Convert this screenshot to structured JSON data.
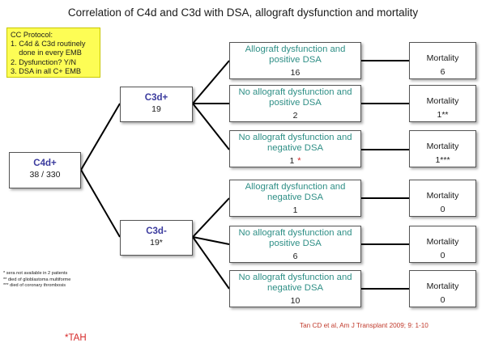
{
  "title": "Correlation of C4d and C3d with DSA, allograft dysfunction and mortality",
  "protocol_note": {
    "lines": [
      "CC Protocol:",
      "1. C4d & C3d  routinely",
      "    done in every EMB",
      "2. Dysfunction? Y/N",
      "3. DSA in all C+ EMB"
    ]
  },
  "root": {
    "label": "C4d+",
    "count": "38 / 330"
  },
  "branches": [
    {
      "label": "C3d+",
      "count": "19"
    },
    {
      "label": "C3d-",
      "count": "19*"
    }
  ],
  "outcomes": [
    {
      "title": "Allograft dysfunction and\npositive DSA",
      "count": "16",
      "mark": "",
      "mortality_label": "Mortality",
      "mortality_count": "6"
    },
    {
      "title": "No allograft dysfunction and\npositive DSA",
      "count": "2",
      "mark": "",
      "mortality_label": "Mortality",
      "mortality_count": "1**"
    },
    {
      "title": "No allograft dysfunction and\nnegative DSA",
      "count": "1",
      "mark": "*",
      "mortality_label": "Mortality",
      "mortality_count": "1***"
    },
    {
      "title": "Allograft dysfunction and\nnegative DSA",
      "count": "1",
      "mark": "",
      "mortality_label": "Mortality",
      "mortality_count": "0"
    },
    {
      "title": "No allograft dysfunction and\npositive DSA",
      "count": "6",
      "mark": "",
      "mortality_label": "Mortality",
      "mortality_count": "0"
    },
    {
      "title": "No allograft dysfunction and\nnegative DSA",
      "count": "10",
      "mark": "",
      "mortality_label": "Mortality",
      "mortality_count": "0"
    }
  ],
  "footnotes": [
    "* sera not available in 2 patients",
    "** died of glioblastoma multiforme",
    "*** died of coronary thrombosis"
  ],
  "citation": "Tan CD et al, Am J Transplant 2009; 9: 1-10",
  "tah_note": "*TAH",
  "colors": {
    "note_background": "#fdfd55",
    "node_label": "#3b3b9e",
    "outcome_title": "#2f8f86",
    "accent_red": "#d62828",
    "connector": "#000000"
  }
}
